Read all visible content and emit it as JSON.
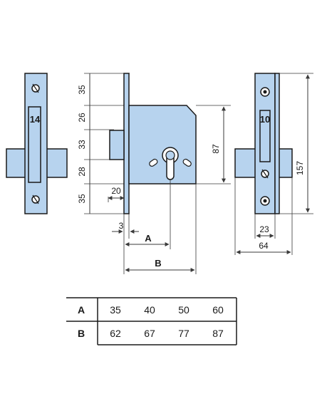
{
  "colors": {
    "part_fill": "#b7d3ee",
    "part_stroke": "#1a1a1a",
    "dimension_line": "#3a3a3a",
    "background": "#ffffff"
  },
  "front_plate_left": {
    "label": "14"
  },
  "lock_body": {
    "height_labels": [
      "35",
      "26",
      "33",
      "28",
      "35"
    ],
    "bolt_width_label": "20",
    "plate_offset_label": "3",
    "backset_label": "A",
    "overall_label": "B",
    "body_height_label": "87"
  },
  "strike_plate_right": {
    "label": "10",
    "height_label": "157",
    "width_label_inner": "23",
    "width_label_outer": "64"
  },
  "table": {
    "rows": [
      {
        "label": "A",
        "values": [
          "35",
          "40",
          "50",
          "60"
        ]
      },
      {
        "label": "B",
        "values": [
          "62",
          "67",
          "77",
          "87"
        ]
      }
    ]
  }
}
